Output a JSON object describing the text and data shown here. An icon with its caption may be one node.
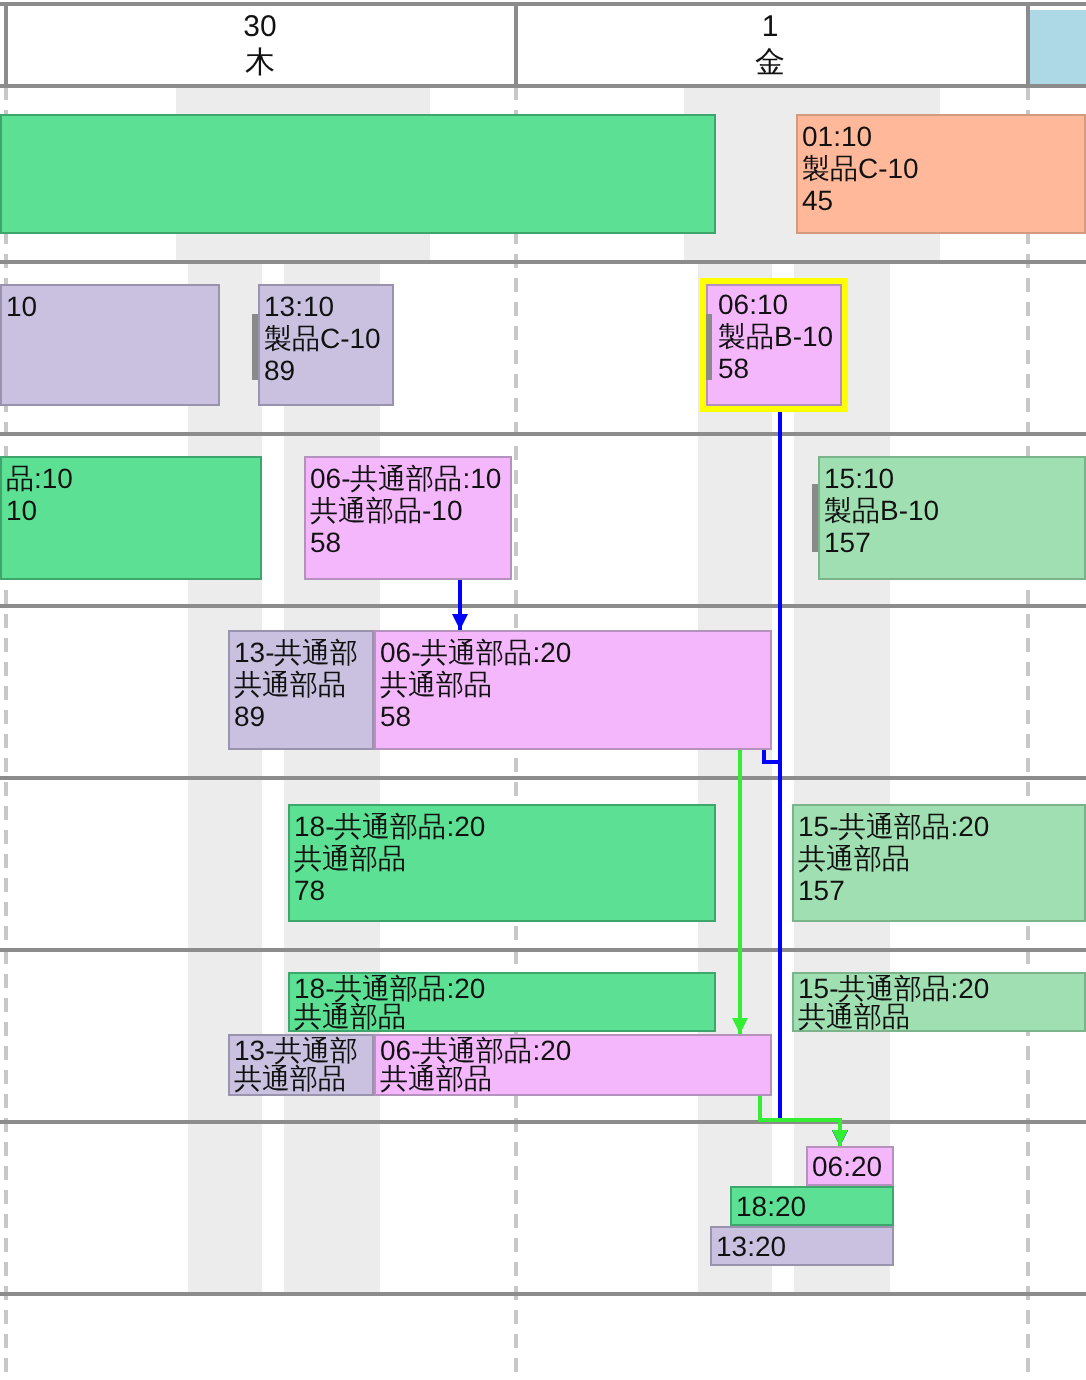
{
  "diagram": {
    "nodes": [
      {
        "text": [],
        "shape": "bar"
      },
      {
        "text": [
          "01:10",
          "製品C-10",
          "45"
        ]
      },
      {
        "text": [
          "10"
        ]
      },
      {
        "text": [
          "13:10",
          "製品C-10",
          "89"
        ]
      },
      {
        "text": [
          "06:10",
          "製品B-10",
          "58"
        ]
      },
      {
        "text": [
          "品:10",
          "10"
        ]
      },
      {
        "text": [
          "06-共通部品:10",
          "共通部品-10",
          "58"
        ]
      },
      {
        "text": [
          "15:10",
          "製品B-10",
          "157"
        ]
      },
      {
        "text": [
          "13-共通部",
          "共通部品",
          "89"
        ]
      },
      {
        "text": [
          "06-共通部品:20",
          "共通部品",
          "58"
        ]
      },
      {
        "text": [
          "18-共通部品:20",
          "共通部品",
          "78"
        ]
      },
      {
        "text": [
          "15-共通部品:20",
          "共通部品",
          "157"
        ]
      },
      {
        "text": [
          "18-共通部品:20",
          "共通部品"
        ]
      },
      {
        "text": [
          "15-共通部品:20",
          "共通部品"
        ]
      },
      {
        "text": [
          "13-共通部",
          "共通部品"
        ]
      },
      {
        "text": [
          "06-共通部品:20",
          "共通部品"
        ]
      },
      {
        "text": [
          "06:20"
        ]
      },
      {
        "text": [
          "18:20"
        ]
      },
      {
        "text": [
          "13:20"
        ]
      }
    ],
    "edges": [
      {
        "from": 6,
        "to": 9,
        "arrow": "to"
      },
      {
        "from": 4,
        "to": 16,
        "arrow": "to"
      },
      {
        "from": 9,
        "to": 16,
        "arrow": "to"
      },
      {
        "from": 9,
        "to": 15,
        "arrow": "to",
        "color": "#33ee33"
      },
      {
        "from": 15,
        "to": 16,
        "arrow": "to",
        "color": "#33ee33"
      }
    ],
    "labels": [
      "30",
      "木",
      "1",
      "金"
    ]
  }
}
